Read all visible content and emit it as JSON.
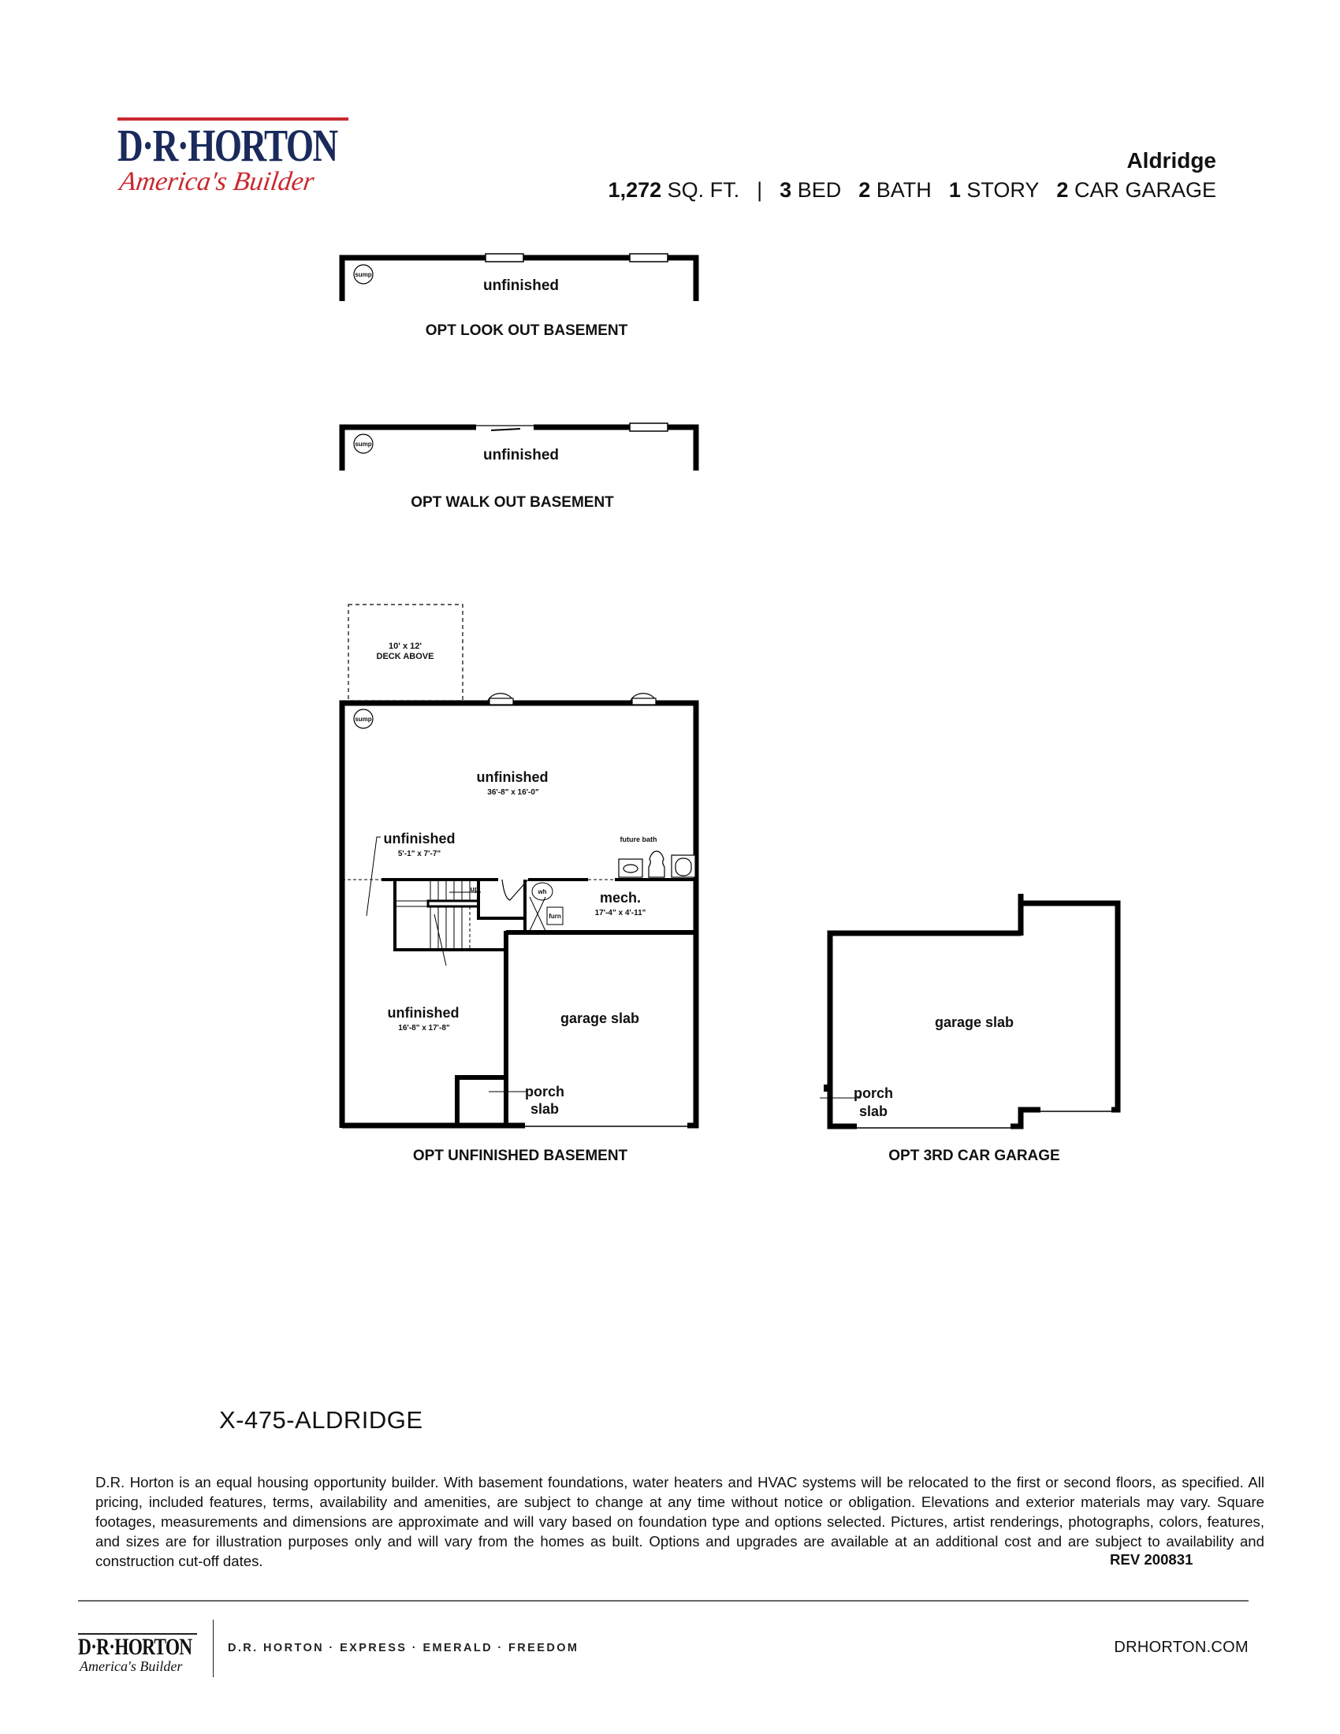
{
  "brand": {
    "logo_text": "D·R·HORTON",
    "logo_tagline": "America's Builder",
    "colors": {
      "navy": "#1b2a5c",
      "red": "#c8282e"
    }
  },
  "header": {
    "plan_name": "Aldridge",
    "sqft_value": "1,272",
    "sqft_unit": "SQ. FT.",
    "separator": "|",
    "bed_value": "3",
    "bed_label": "BED",
    "bath_value": "2",
    "bath_label": "BATH",
    "story_value": "1",
    "story_label": "STORY",
    "garage_value": "2",
    "garage_label": "CAR GARAGE"
  },
  "plans": {
    "lookout": {
      "room": "unfinished",
      "sump": "sump",
      "caption": "OPT LOOK OUT BASEMENT"
    },
    "walkout": {
      "room": "unfinished",
      "sump": "sump",
      "caption": "OPT WALK OUT BASEMENT"
    },
    "unfinished_basement": {
      "deck_size": "10' x 12'",
      "deck_label": "DECK ABOVE",
      "sump": "sump",
      "main_room": "unfinished",
      "main_dims": "36'-8\" x 16'-0\"",
      "side_room": "unfinished",
      "side_dims": "5'-1\" x 7'-7\"",
      "future_bath": "future bath",
      "mech": "mech.",
      "mech_dims": "17'-4\" x 4'-11\"",
      "wh": "wh",
      "furn": "furn",
      "up": "up",
      "lower_room": "unfinished",
      "lower_dims": "16'-8\" x 17'-8\"",
      "garage": "garage slab",
      "porch_1": "porch",
      "porch_2": "slab",
      "caption": "OPT UNFINISHED BASEMENT"
    },
    "third_car": {
      "garage": "garage slab",
      "porch_1": "porch",
      "porch_2": "slab",
      "caption": "OPT 3RD CAR GARAGE"
    }
  },
  "plan_code": "X-475-ALDRIDGE",
  "disclaimer": "D.R. Horton is an equal housing opportunity builder. With basement foundations, water heaters and HVAC systems will be relocated to the first or second floors, as specified. All pricing, included features, terms, availability and amenities, are subject to change at any time without notice or obligation. Elevations and exterior materials may vary. Square footages, measurements and dimensions are approximate and will vary based on foundation type and options selected. Pictures, artist renderings, photographs, colors, features, and sizes are for illustration purposes only and will vary from the homes as built. Options and upgrades are available at an additional cost and are subject to availability and construction cut-off dates.",
  "revision": "REV 200831",
  "footer": {
    "logo_text": "D·R·HORTON",
    "logo_tagline": "America's Builder",
    "brands": "D.R. HORTON · EXPRESS · EMERALD · FREEDOM",
    "website": "DRHORTON.COM"
  }
}
